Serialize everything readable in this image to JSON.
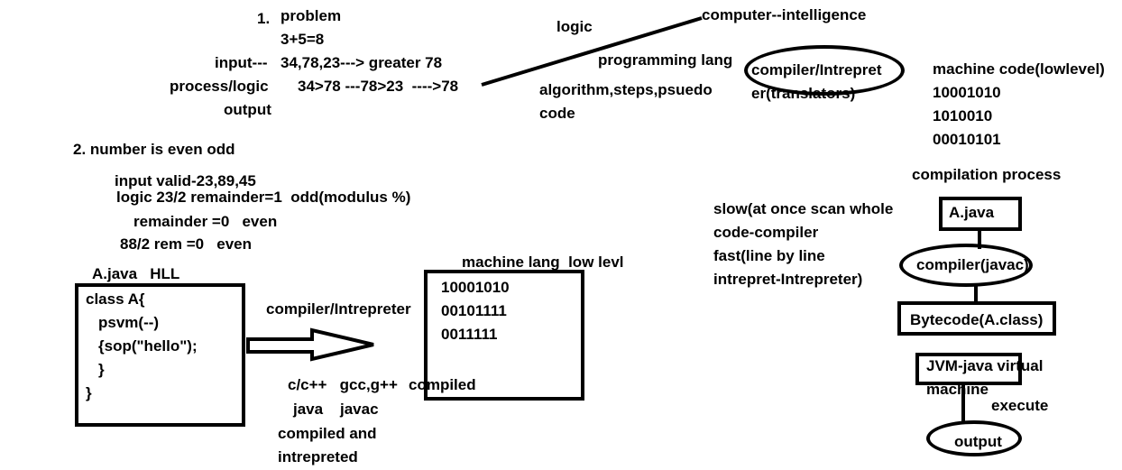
{
  "top": {
    "num1": "1.",
    "problem": "problem",
    "sum": "3+5=8",
    "input_label": "input---",
    "input_value": "34,78,23---> greater 78",
    "process_label": "process/logic",
    "process_value": "34>78 ---78>23  ---->78",
    "output_label": "output"
  },
  "logic": {
    "logic": "logic",
    "computer": "computer--intelligence",
    "programming": "programming lang",
    "algorithm": "algorithm,steps,psuedo",
    "code": "code",
    "compiler_line1": "compiler/Intrepret",
    "compiler_line2": "er(translators)"
  },
  "machine": {
    "title": "machine code(lowlevel)",
    "lines": [
      "10001010",
      "1010010",
      "00010101"
    ]
  },
  "even_odd": {
    "title": "2. number is even odd",
    "input": "input valid-23,89,45",
    "logic": "logic 23/2 remainder=1  odd(modulus %)",
    "remainder": "remainder =0   even",
    "rem88": "88/2 rem =0   even"
  },
  "java": {
    "label": "A.java   HLL",
    "code": [
      "class A{",
      "psvm(--)",
      "{sop(\"hello\");",
      "}",
      "}"
    ],
    "arrow_label": "compiler/Intrepreter"
  },
  "langs": {
    "row1": "c/c++   gcc,g++",
    "compiled": "compiled",
    "row2": "java    javac",
    "row3": "compiled and",
    "row4": "intrepreted"
  },
  "machine_lang": {
    "title": "machine lang  low levl",
    "lines": [
      "10001010",
      "00101111",
      "0011111"
    ]
  },
  "speed": {
    "line1": "slow(at once scan whole",
    "line2": "code-compiler",
    "line3": "fast(line by line",
    "line4": "intrepret-Intrepreter)"
  },
  "process": {
    "title": "compilation process",
    "source": "A.java",
    "compiler": "compiler(javac)",
    "bytecode": "Bytecode(A.class)",
    "jvm_line1": "JVM-java virtual",
    "jvm_line2": "machine",
    "execute": "execute",
    "output": "output"
  }
}
